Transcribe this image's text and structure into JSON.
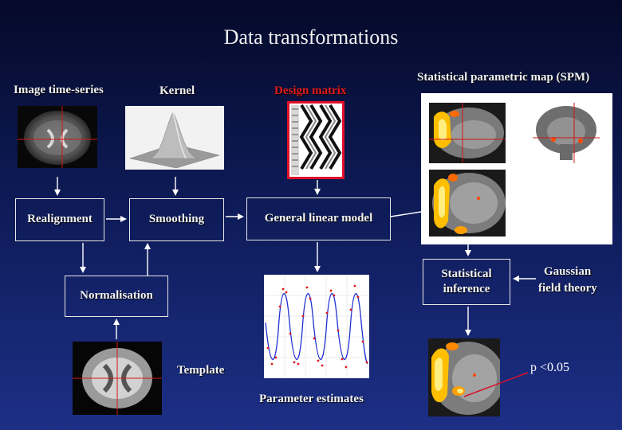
{
  "title": "Data transformations",
  "headers": {
    "time_series": "Image time-series",
    "kernel": "Kernel",
    "design_matrix": "Design matrix",
    "spm": "Statistical parametric map (SPM)"
  },
  "boxes": {
    "realignment": "Realignment",
    "smoothing": "Smoothing",
    "glm": "General linear model",
    "normalisation": "Normalisation",
    "stat_line1": "Statistical",
    "stat_line2": "inference"
  },
  "labels": {
    "gaussian_line1": "Gaussian",
    "gaussian_line2": "field theory",
    "template": "Template",
    "parameter_estimates": "Parameter estimates",
    "pvalue": "p <0.05"
  },
  "colors": {
    "design_border": "#e0102a",
    "arrow": "#ffffff",
    "pointer": "#d8102a"
  }
}
